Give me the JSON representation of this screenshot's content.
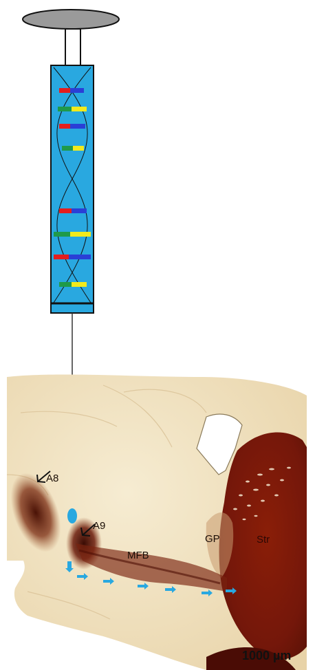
{
  "labels": {
    "a8": "A8",
    "a9": "A9",
    "mfb": "MFB",
    "gp": "GP",
    "str": "Str"
  },
  "scale_bar": "1000 µm",
  "colors": {
    "syringe_body": "#29a8e0",
    "needle": "#333333",
    "injection_drop": "#29a8e0",
    "flow_arrow": "#29a8e0",
    "gene_red": "#e41e1e",
    "gene_blue": "#2a3fd6",
    "gene_green": "#1f9a4a",
    "gene_yellow": "#f2ea1c",
    "tissue_background": "#f2e5c6",
    "stain_dark": "#6e1606"
  }
}
